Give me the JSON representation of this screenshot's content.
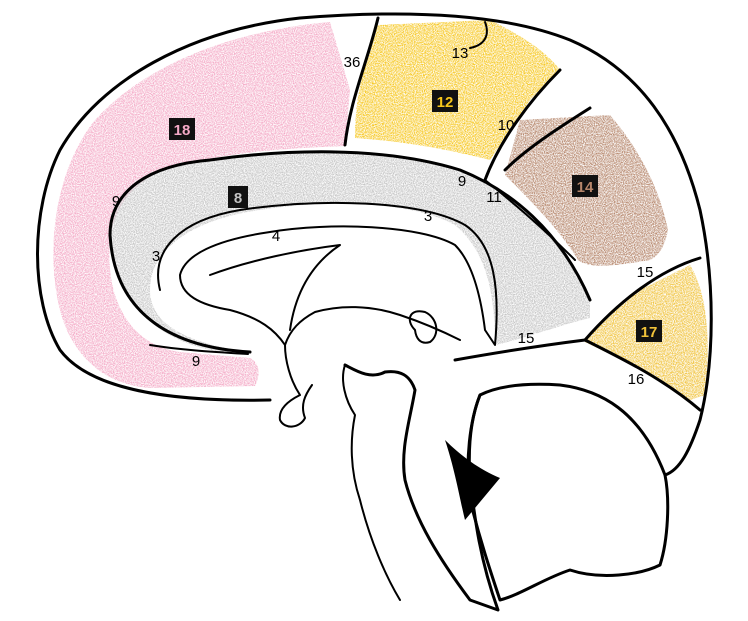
{
  "colors": {
    "pink": "#f4a9c6",
    "gray": "#c4c4c4",
    "yellow": "#f6c61c",
    "brown": "#b5856a",
    "gold": "#f0c23a",
    "label_box": "#111111",
    "outline": "#000000"
  },
  "regions": {
    "area18": {
      "label": "18",
      "color": "pink"
    },
    "area8": {
      "label": "8",
      "color": "gray"
    },
    "area12": {
      "label": "12",
      "color": "yellow"
    },
    "area14": {
      "label": "14",
      "color": "brown"
    },
    "area17": {
      "label": "17",
      "color": "gold"
    }
  },
  "labels": {
    "l36": "36",
    "l13": "13",
    "l10": "10",
    "l9_top_right": "9",
    "l11": "11",
    "l3_right": "3",
    "l4": "4",
    "l9_left": "9",
    "l3_left": "3",
    "l9_bottom": "9",
    "l15_mid": "15",
    "l15_right": "15",
    "l16": "16"
  }
}
